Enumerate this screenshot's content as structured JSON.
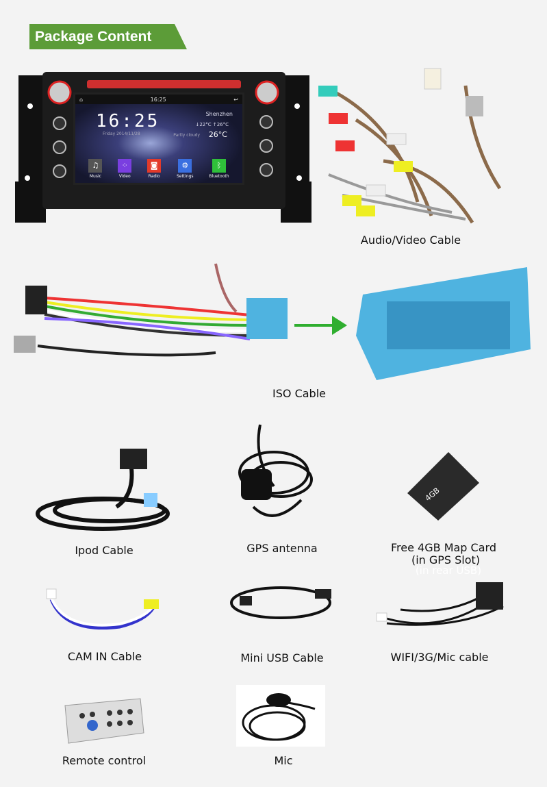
{
  "header": {
    "title": "Package Content"
  },
  "head_unit": {
    "status_time": "16:25",
    "clock": "16:25",
    "date": "Friday 2014/11/28",
    "weather": {
      "city": "Shenzhen",
      "range": "↓22°C ↑26°C",
      "condition": "Partly cloudy",
      "temp": "26°C"
    },
    "apps": [
      {
        "label": "Music",
        "color": "#555555",
        "icon": "♫"
      },
      {
        "label": "Video",
        "color": "#7a3fe0",
        "icon": "⁘"
      },
      {
        "label": "Radio",
        "color": "#e33a2a",
        "icon": "◙"
      },
      {
        "label": "Settings",
        "color": "#3a6fe0",
        "icon": "⚙"
      },
      {
        "label": "Bluetooth",
        "color": "#2fbf3a",
        "icon": "ᛒ"
      }
    ]
  },
  "items": {
    "av_cable": "Audio/Video Cable",
    "iso_cable": "ISO Cable",
    "ipod_cable": "Ipod Cable",
    "gps_antenna": "GPS antenna",
    "map_card": "Free 4GB Map Card",
    "map_card_note": "(in GPS Slot)",
    "map_card_ghost": "(in rear USB)",
    "sd_label": "4GB",
    "cam_in": "CAM IN Cable",
    "mini_usb": "Mini USB Cable",
    "wifi": "WIFI/3G/Mic cable",
    "remote": "Remote control",
    "mic": "Mic"
  },
  "colors": {
    "banner": "#5c9c38",
    "arrow": "#2fae2f",
    "connector": "#4fb3e0"
  }
}
